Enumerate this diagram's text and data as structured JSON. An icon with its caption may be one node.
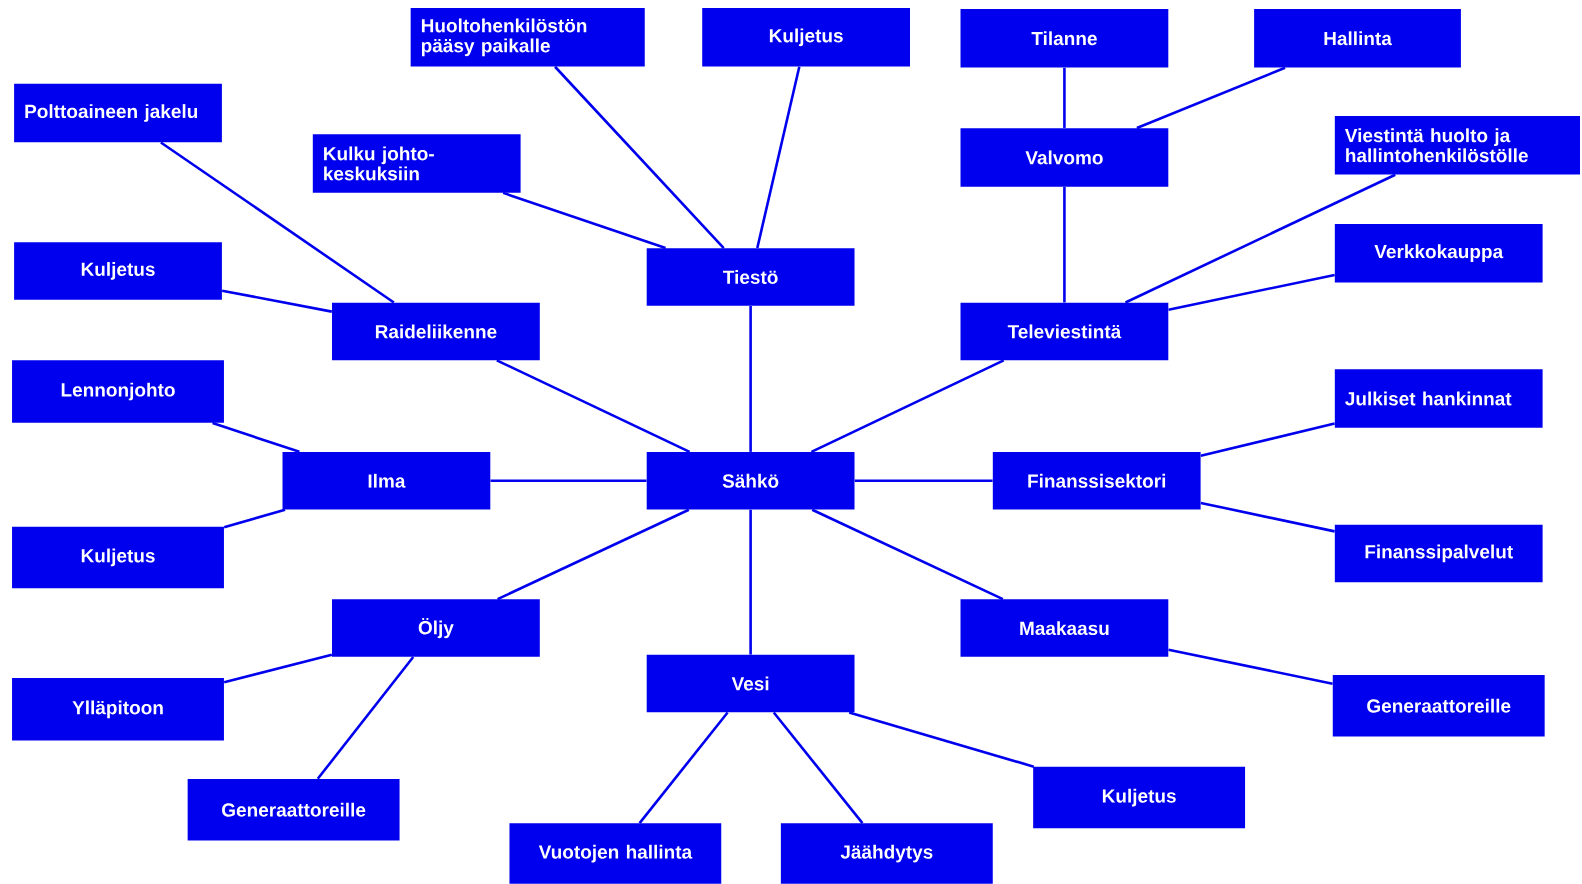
{
  "diagram": {
    "nodes": [
      {
        "text": [
          "Sähkö"
        ]
      },
      {
        "text": [
          "Tiestö"
        ]
      },
      {
        "text": [
          "Huoltohenkilöstön pääsy paikalle"
        ]
      },
      {
        "text": [
          "Kuljetus"
        ]
      },
      {
        "text": [
          "Kulku johto-keskuksiin"
        ]
      },
      {
        "text": [
          "Raideliikenne"
        ]
      },
      {
        "text": [
          "Polttoaineen jakelu"
        ]
      },
      {
        "text": [
          "Kuljetus"
        ]
      },
      {
        "text": [
          "Ilma"
        ]
      },
      {
        "text": [
          "Lennonjohto"
        ]
      },
      {
        "text": [
          "Kuljetus"
        ]
      },
      {
        "text": [
          "Öljy"
        ]
      },
      {
        "text": [
          "Ylläpitoon"
        ]
      },
      {
        "text": [
          "Generaattoreille"
        ]
      },
      {
        "text": [
          "Vesi"
        ]
      },
      {
        "text": [
          "Vuotojen hallinta"
        ]
      },
      {
        "text": [
          "Jäähdytys"
        ]
      },
      {
        "text": [
          "Kuljetus"
        ]
      },
      {
        "text": [
          "Maakaasu"
        ]
      },
      {
        "text": [
          "Generaattoreille"
        ]
      },
      {
        "text": [
          "Finanssisektori"
        ]
      },
      {
        "text": [
          "Julkiset hankinnat"
        ]
      },
      {
        "text": [
          "Finanssipalvelut"
        ]
      },
      {
        "text": [
          "Televiestintä"
        ]
      },
      {
        "text": [
          "Valvomo"
        ]
      },
      {
        "text": [
          "Tilanne"
        ]
      },
      {
        "text": [
          "Hallinta"
        ]
      },
      {
        "text": [
          "Viestintä huolto ja hallintohenkilöstölle"
        ]
      },
      {
        "text": [
          "Verkkokauppa"
        ]
      }
    ],
    "edges": [
      {
        "from": 0,
        "to": 1,
        "arrow": "none"
      },
      {
        "from": 1,
        "to": 2,
        "arrow": "none"
      },
      {
        "from": 1,
        "to": 3,
        "arrow": "none"
      },
      {
        "from": 1,
        "to": 4,
        "arrow": "none"
      },
      {
        "from": 0,
        "to": 5,
        "arrow": "none"
      },
      {
        "from": 5,
        "to": 6,
        "arrow": "none"
      },
      {
        "from": 5,
        "to": 7,
        "arrow": "none"
      },
      {
        "from": 0,
        "to": 8,
        "arrow": "none"
      },
      {
        "from": 8,
        "to": 9,
        "arrow": "none"
      },
      {
        "from": 8,
        "to": 10,
        "arrow": "none"
      },
      {
        "from": 0,
        "to": 11,
        "arrow": "none"
      },
      {
        "from": 11,
        "to": 12,
        "arrow": "none"
      },
      {
        "from": 11,
        "to": 13,
        "arrow": "none"
      },
      {
        "from": 0,
        "to": 14,
        "arrow": "none"
      },
      {
        "from": 14,
        "to": 15,
        "arrow": "none"
      },
      {
        "from": 14,
        "to": 16,
        "arrow": "none"
      },
      {
        "from": 14,
        "to": 17,
        "arrow": "none"
      },
      {
        "from": 0,
        "to": 18,
        "arrow": "none"
      },
      {
        "from": 18,
        "to": 19,
        "arrow": "none"
      },
      {
        "from": 0,
        "to": 20,
        "arrow": "none"
      },
      {
        "from": 20,
        "to": 21,
        "arrow": "none"
      },
      {
        "from": 20,
        "to": 22,
        "arrow": "none"
      },
      {
        "from": 0,
        "to": 23,
        "arrow": "none"
      },
      {
        "from": 23,
        "to": 24,
        "arrow": "none"
      },
      {
        "from": 24,
        "to": 25,
        "arrow": "none"
      },
      {
        "from": 24,
        "to": 26,
        "arrow": "none"
      },
      {
        "from": 23,
        "to": 27,
        "arrow": "none"
      },
      {
        "from": 23,
        "to": 28,
        "arrow": "none"
      }
    ]
  }
}
